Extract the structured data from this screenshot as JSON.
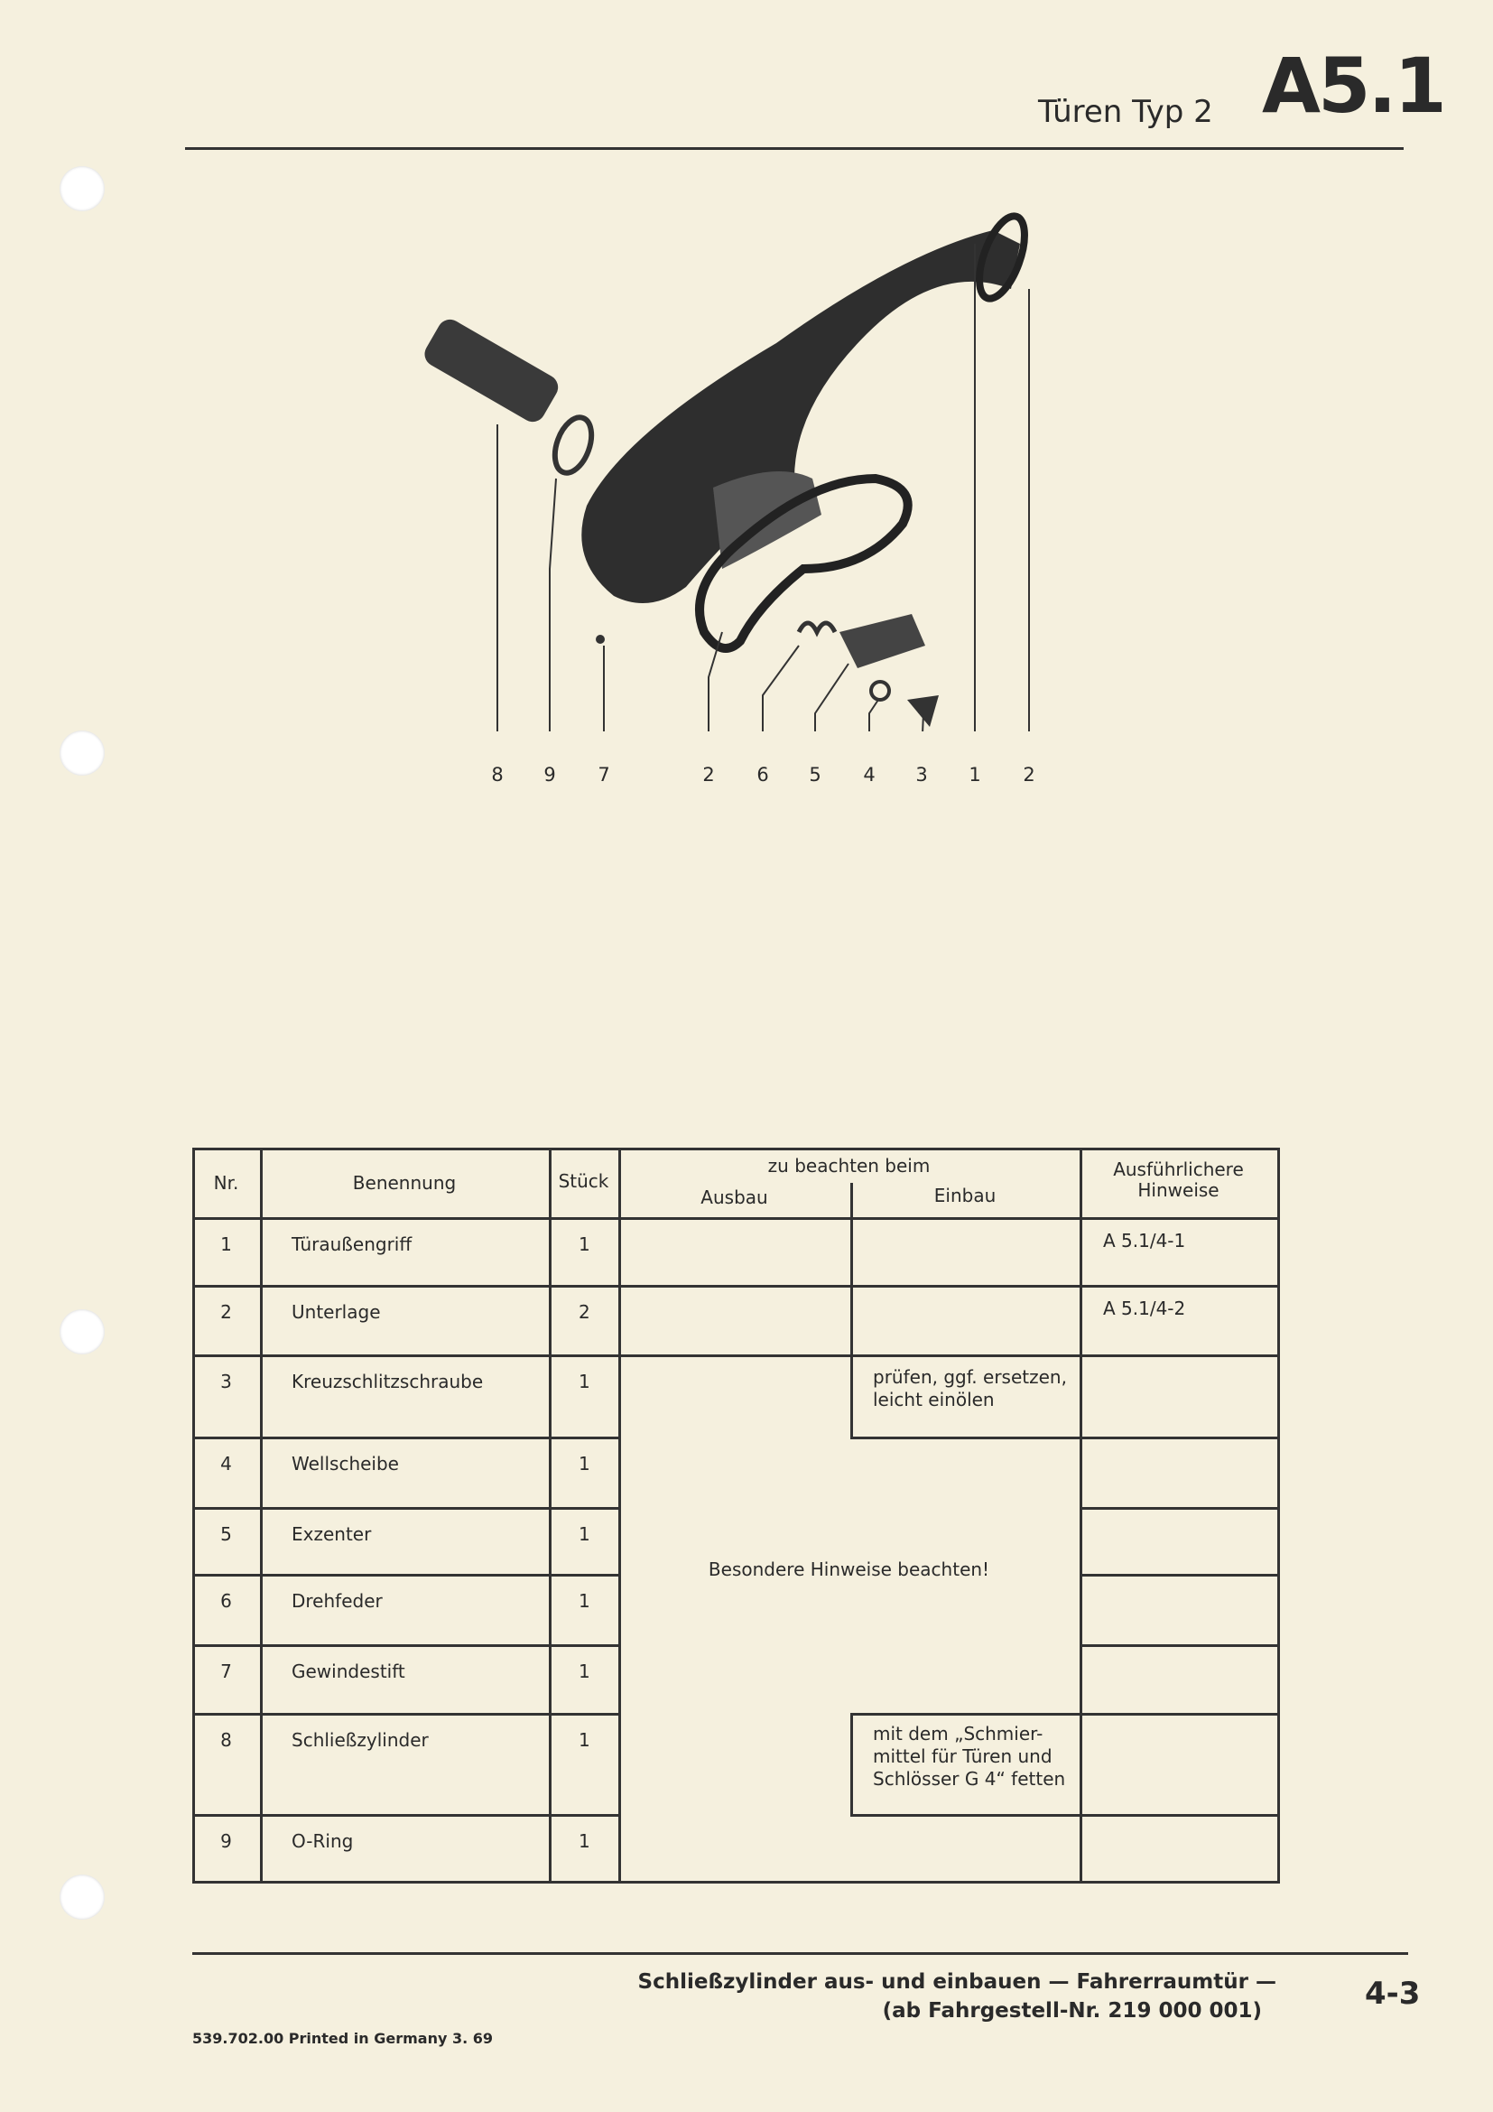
{
  "header": {
    "section": "Türen Typ 2",
    "code": "A5.1"
  },
  "diagram": {
    "labels": [
      "8",
      "9",
      "7",
      "2",
      "6",
      "5",
      "4",
      "3",
      "1",
      "2"
    ]
  },
  "table": {
    "headers": {
      "nr": "Nr.",
      "benennung": "Benennung",
      "stueck": "Stück",
      "zu_beachten": "zu beachten beim",
      "ausbau": "Ausbau",
      "einbau": "Einbau",
      "hinweise_1": "Ausführlichere",
      "hinweise_2": "Hinweise"
    },
    "rows": [
      {
        "nr": "1",
        "name": "Türaußengriff",
        "qty": "1",
        "ref": "A 5.1/4-1"
      },
      {
        "nr": "2",
        "name": "Unterlage",
        "qty": "2",
        "ref": "A 5.1/4-2"
      },
      {
        "nr": "3",
        "name": "Kreuzschlitzschraube",
        "qty": "1"
      },
      {
        "nr": "4",
        "name": "Wellscheibe",
        "qty": "1"
      },
      {
        "nr": "5",
        "name": "Exzenter",
        "qty": "1"
      },
      {
        "nr": "6",
        "name": "Drehfeder",
        "qty": "1"
      },
      {
        "nr": "7",
        "name": "Gewindestift",
        "qty": "1"
      },
      {
        "nr": "8",
        "name": "Schließzylinder",
        "qty": "1"
      },
      {
        "nr": "9",
        "name": "O-Ring",
        "qty": "1"
      }
    ],
    "einbau_row3": [
      "prüfen, ggf. ersetzen,",
      "leicht einölen"
    ],
    "merged_note": "Besondere Hinweise beachten!",
    "einbau_row8": [
      "mit dem „Schmier-",
      "mittel für Türen und",
      "Schlösser G 4“ fetten"
    ]
  },
  "footer": {
    "title_1": "Schließzylinder aus- und einbauen — Fahrerraumtür —",
    "title_2": "(ab Fahrgestell-Nr. 219 000 001)",
    "page": "4-3",
    "print_info": "539.702.00 Printed in Germany 3. 69"
  }
}
